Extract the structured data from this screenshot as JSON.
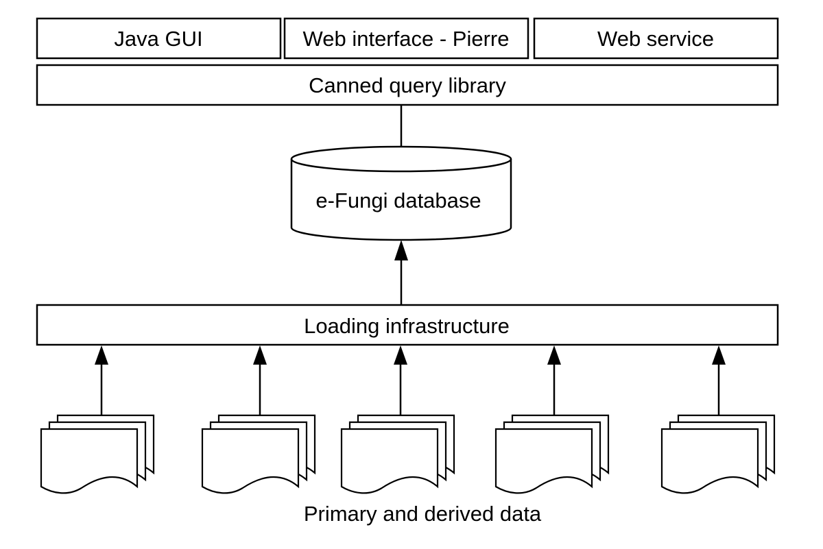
{
  "interfaces": {
    "java_gui": "Java GUI",
    "web_interface": "Web interface - Pierre",
    "web_service": "Web service"
  },
  "layers": {
    "query_library": "Canned query library",
    "database": "e-Fungi database",
    "loading": "Loading infrastructure"
  },
  "data_sources": {
    "caption": "Primary and derived data",
    "count": 5
  }
}
